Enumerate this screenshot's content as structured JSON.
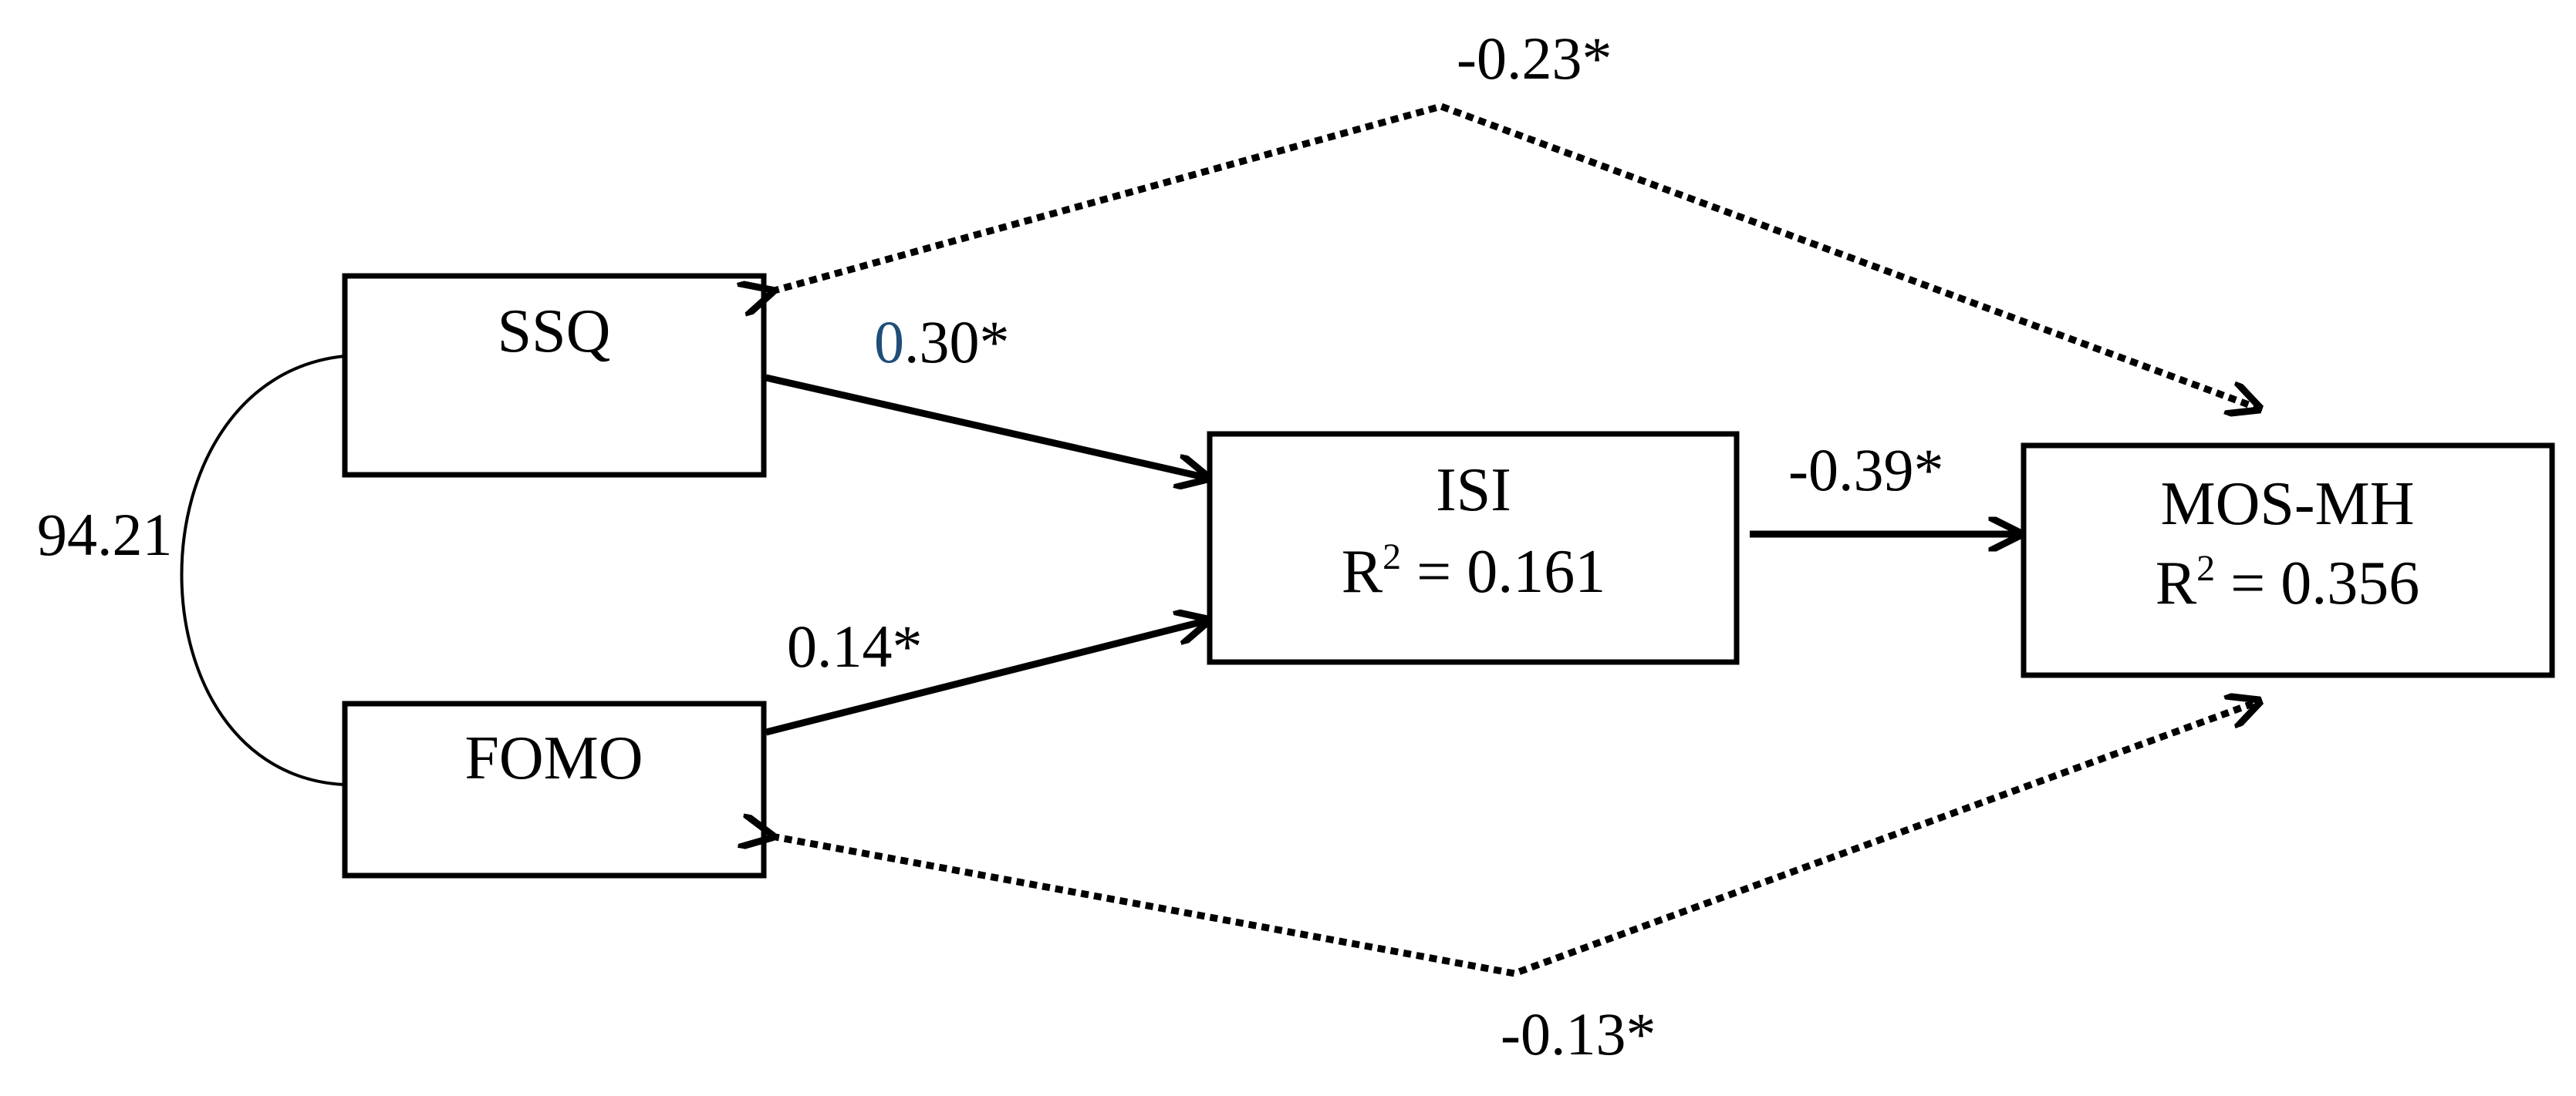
{
  "nodes": {
    "ssq": {
      "label": "SSQ"
    },
    "fomo": {
      "label": "FOMO"
    },
    "isi": {
      "label": "ISI",
      "r2_prefix": "R",
      "r2_sup": "2",
      "r2_rest": " = 0.161"
    },
    "mos": {
      "label": "MOS-MH",
      "r2_prefix": "R",
      "r2_sup": "2",
      "r2_rest": " = 0.356"
    }
  },
  "paths": {
    "ssq_isi": {
      "lead": "0",
      "rest": ".30*",
      "lead_color": "#1f4e79"
    },
    "fomo_isi": {
      "label": "0.14*"
    },
    "isi_mos": {
      "label": "-0.39*"
    },
    "ssq_mos": {
      "label": "-0.23*"
    },
    "fomo_mos": {
      "label": "-0.13*"
    },
    "ssq_fomo_cov": {
      "label": "94.21"
    }
  }
}
